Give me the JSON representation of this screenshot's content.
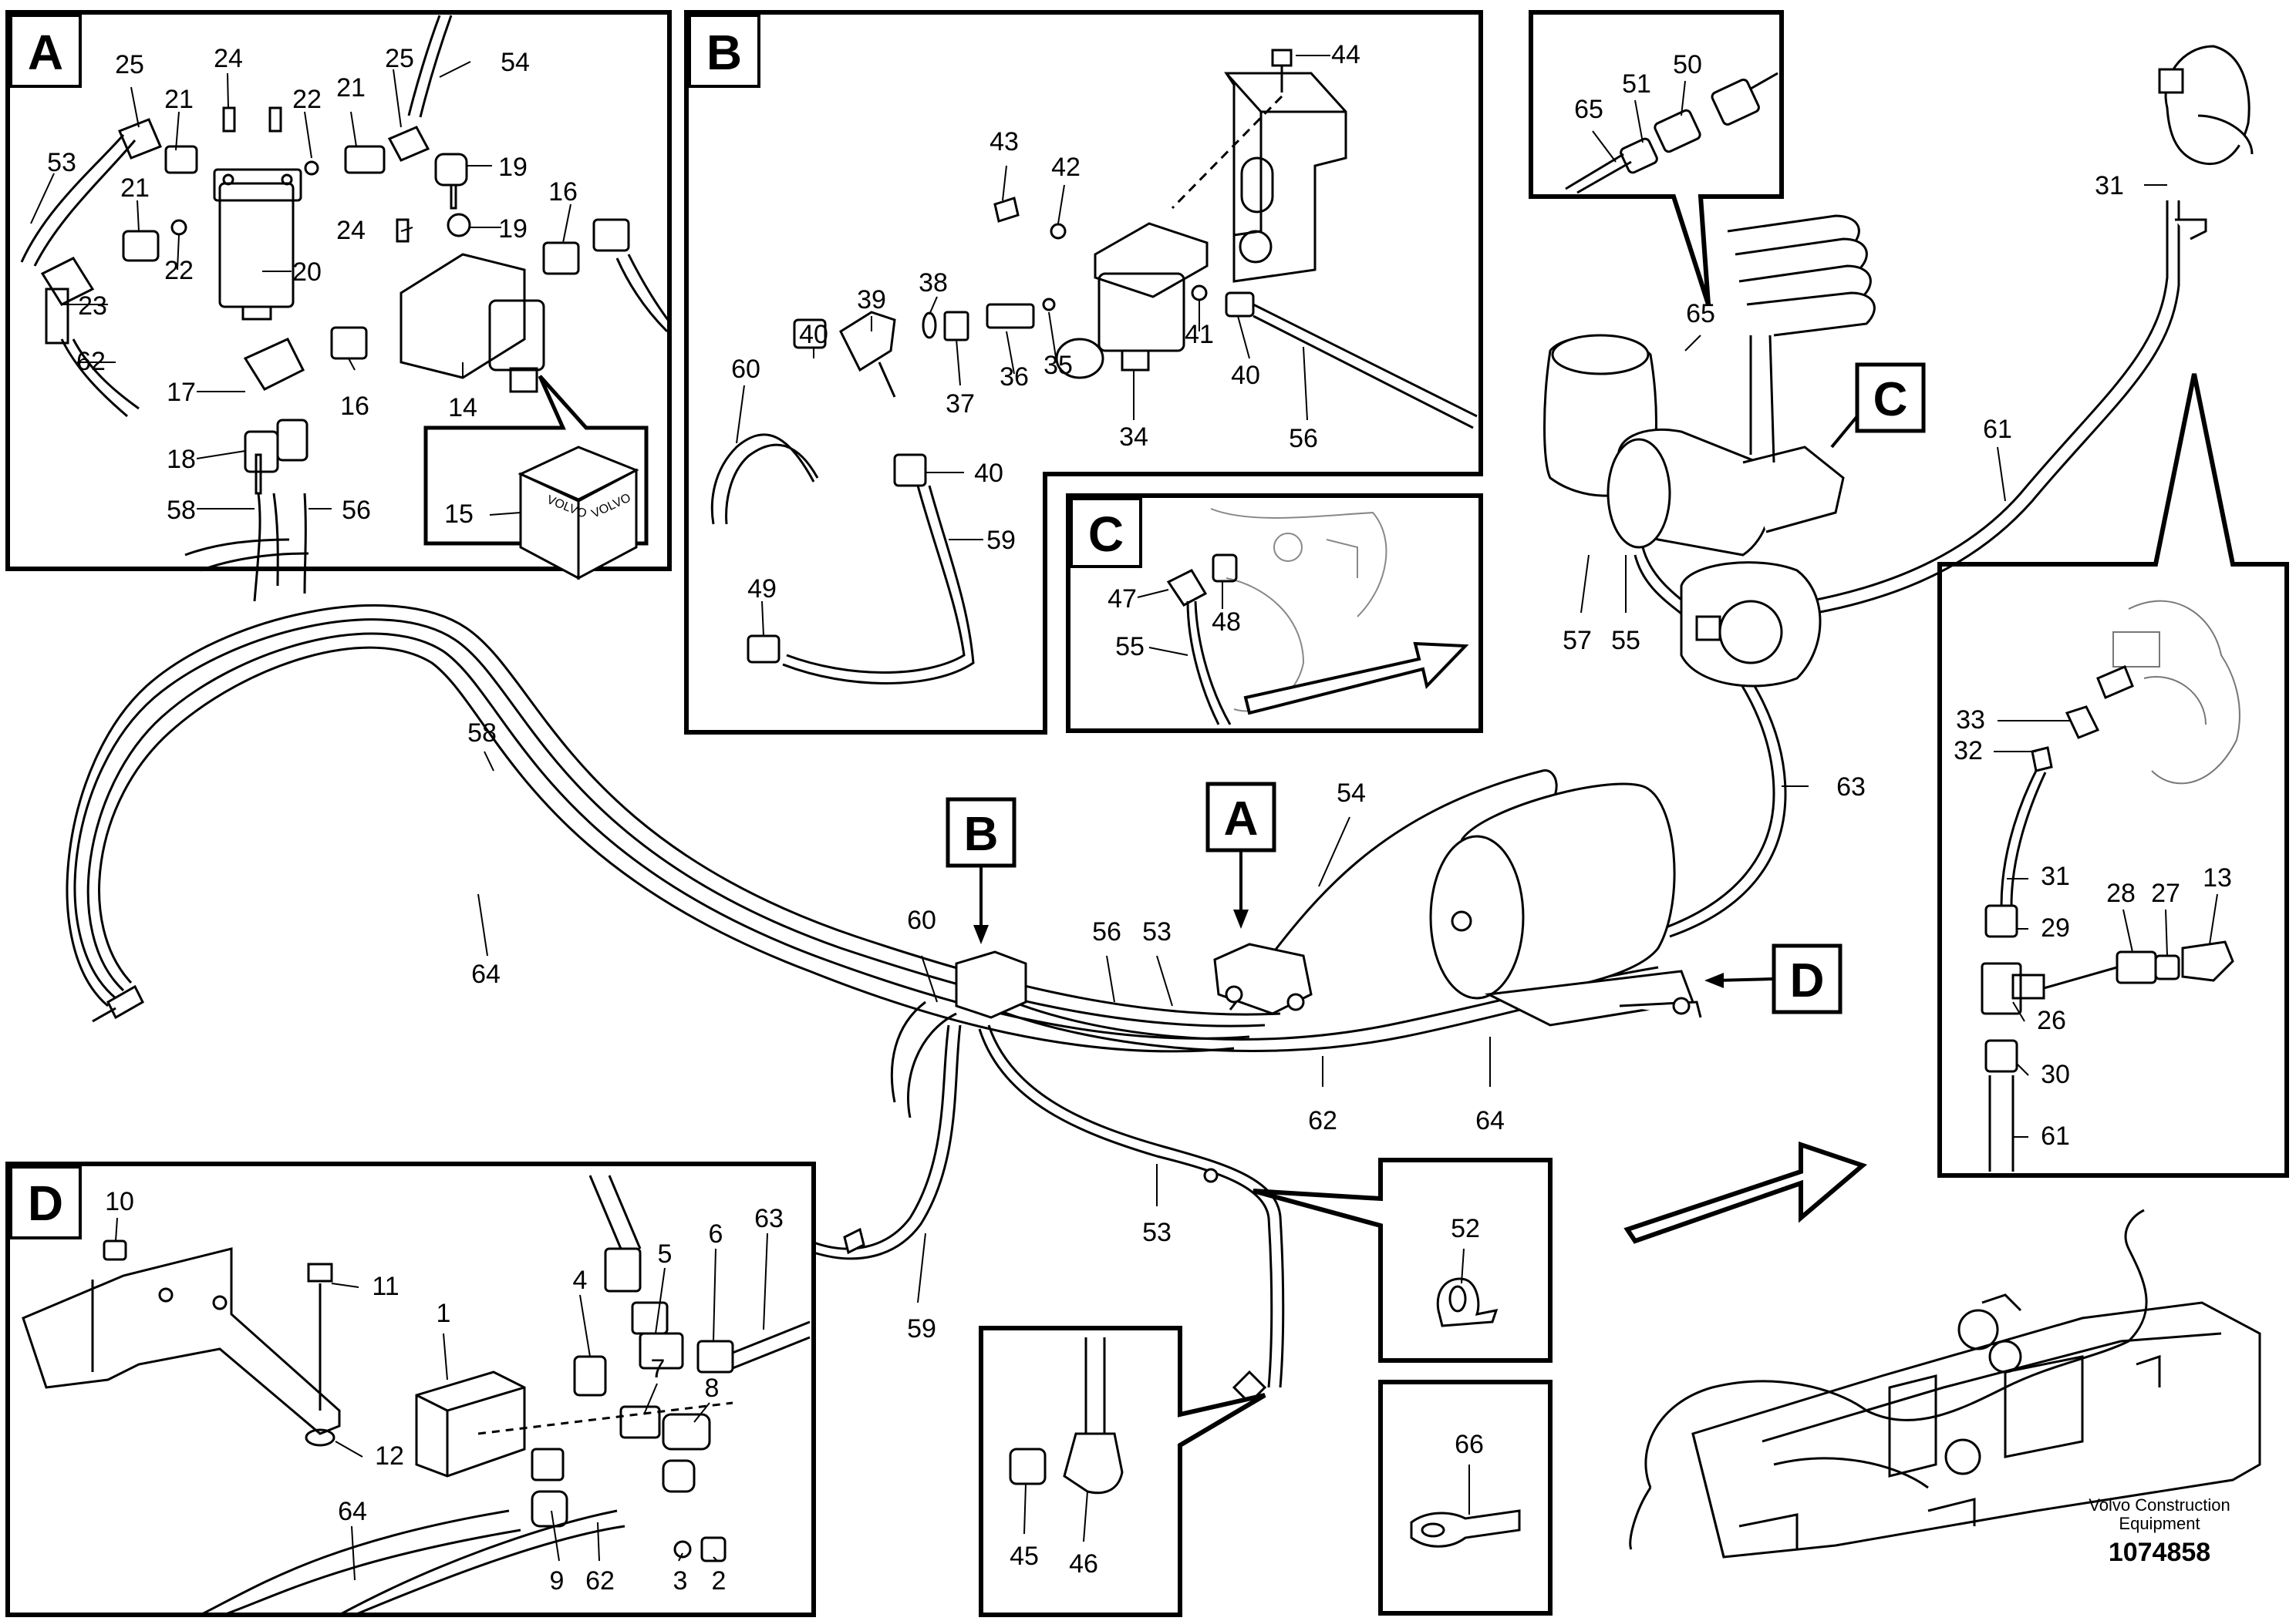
{
  "panels": {
    "A": {
      "letter": "A",
      "callouts": [
        "25",
        "21",
        "24",
        "22",
        "21",
        "25",
        "54",
        "19",
        "53",
        "21",
        "22",
        "24",
        "19",
        "16",
        "20",
        "23",
        "62",
        "17",
        "16",
        "14",
        "15",
        "18",
        "58",
        "56"
      ]
    },
    "B": {
      "letter": "B",
      "callouts": [
        "44",
        "43",
        "42",
        "39",
        "38",
        "40",
        "60",
        "36",
        "35",
        "41",
        "40",
        "56",
        "37",
        "40",
        "34",
        "59",
        "49"
      ]
    },
    "C_detail": {
      "letter": "C",
      "callouts": [
        "47",
        "48",
        "55"
      ]
    },
    "D": {
      "letter": "D",
      "callouts": [
        "10",
        "11",
        "1",
        "12",
        "4",
        "5",
        "6",
        "63",
        "7",
        "8",
        "64",
        "9",
        "62",
        "3",
        "2"
      ]
    },
    "top_right": {
      "callouts": [
        "65",
        "51",
        "50"
      ]
    },
    "right": {
      "callouts": [
        "33",
        "32",
        "31",
        "29",
        "28",
        "27",
        "13",
        "26",
        "30",
        "61"
      ]
    },
    "clip": {
      "callouts": [
        "52"
      ]
    },
    "tie": {
      "callouts": [
        "66"
      ]
    },
    "fitting": {
      "callouts": [
        "45",
        "46"
      ]
    }
  },
  "main_callouts": [
    "58",
    "64",
    "60",
    "56",
    "53",
    "54",
    "59",
    "53",
    "62",
    "64",
    "63",
    "31",
    "61",
    "65",
    "57",
    "55"
  ],
  "main_tags": [
    "B",
    "A",
    "C",
    "D"
  ],
  "box_logo_text": "VOLVO",
  "footer": {
    "company_line1": "Volvo Construction",
    "company_line2": "Equipment",
    "doc_number": "1074858"
  }
}
